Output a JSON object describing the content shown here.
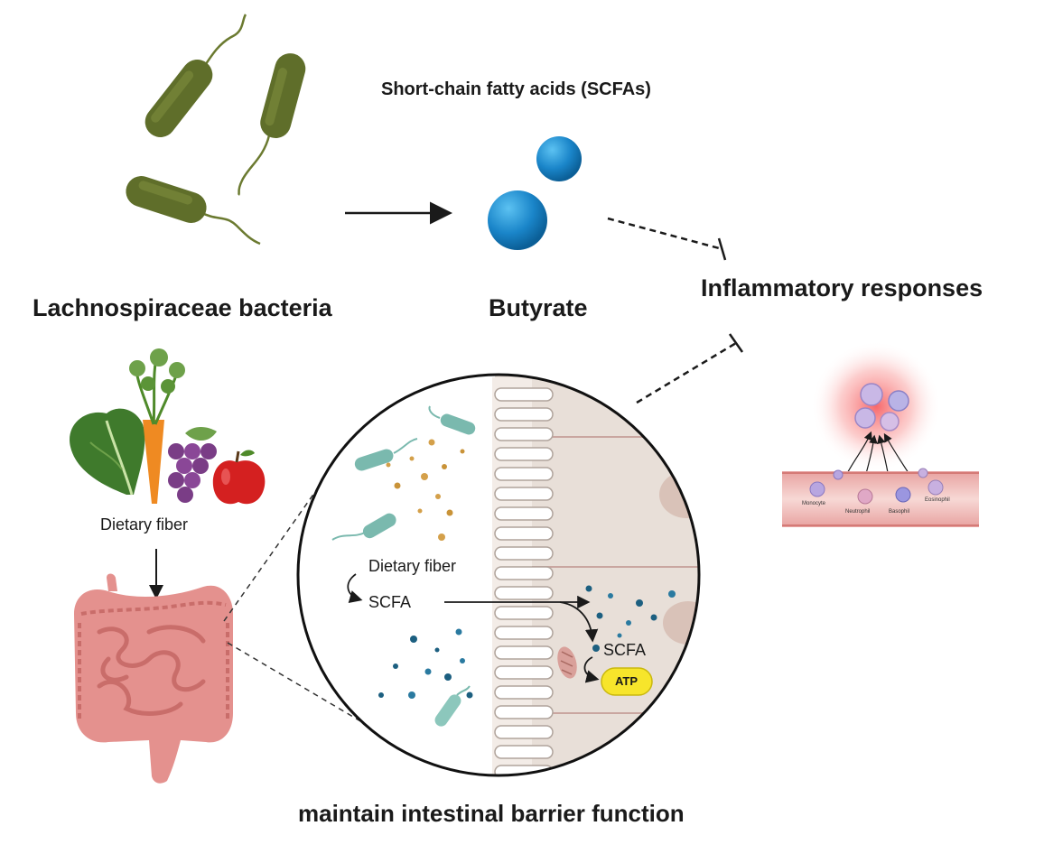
{
  "labels": {
    "scfa_group": "Short-chain fatty acids (SCFAs)",
    "bacteria": "Lachnospiraceae bacteria",
    "butyrate": "Butyrate",
    "inflammatory": "Inflammatory responses",
    "dietary_fiber_food": "Dietary fiber",
    "zoom_dietary_fiber": "Dietary fiber",
    "zoom_scfa_lumen": "SCFA",
    "zoom_scfa_cell": "SCFA",
    "atp": "ATP",
    "barrier": "maintain intestinal barrier function",
    "blood_cells": [
      "Monocyte",
      "Neutrophil",
      "Basophil",
      "Eosinophil"
    ]
  },
  "colors": {
    "bacteria": "#5f6e2a",
    "butyrate": "#1a85c9",
    "inflammation_glow": "#f4363a",
    "intestine": "#e4918e",
    "zoom_bacteria": "#7ab9ae",
    "atp": "#f7e52b"
  }
}
